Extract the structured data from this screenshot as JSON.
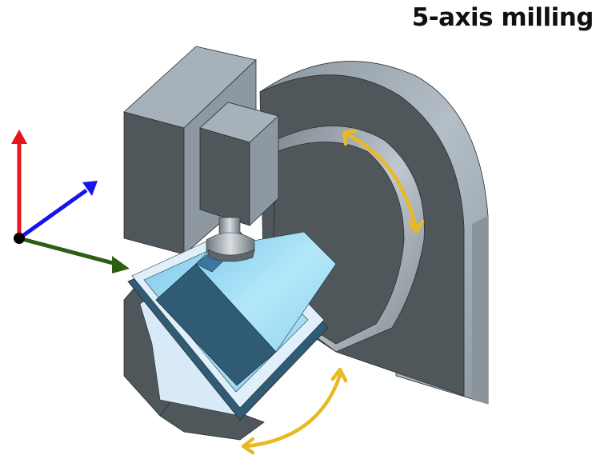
{
  "title": "5-axis milling",
  "colors": {
    "axis_vertical": "#e8141b",
    "axis_depth": "#1414f0",
    "axis_horizontal": "#2e5e12",
    "rotation_arrows": "#e9b925",
    "body_dark": "#4f575b",
    "body_light": "#a7b1ba",
    "workpiece_light": "#a8e0f5",
    "workpiece_dark": "#2f5b75"
  },
  "parts": {
    "coordinate_axes": [
      "vertical-axis",
      "depth-axis",
      "horizontal-axis"
    ],
    "rotation_axes": [
      "trunnion-rotation",
      "table-rotation"
    ],
    "components": [
      "column",
      "spindle-head",
      "cutter",
      "trunnion-disk",
      "tilting-table",
      "workpiece"
    ]
  }
}
